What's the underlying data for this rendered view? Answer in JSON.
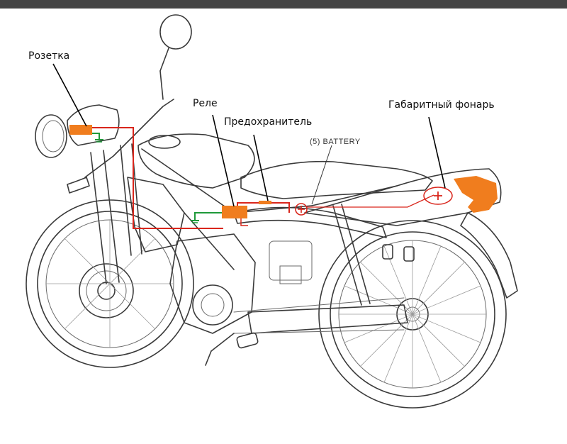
{
  "labels": {
    "socket": "Розетка",
    "relay": "Реле",
    "fuse": "Предохранитель",
    "battery": "(5) BATTERY",
    "clearance_light": "Габаритный фонарь"
  },
  "colors": {
    "wire_positive": "#d9261c",
    "wire_ground": "#1f9a3a",
    "component": "#f07d1e",
    "line_art": "#3a3a3a"
  }
}
